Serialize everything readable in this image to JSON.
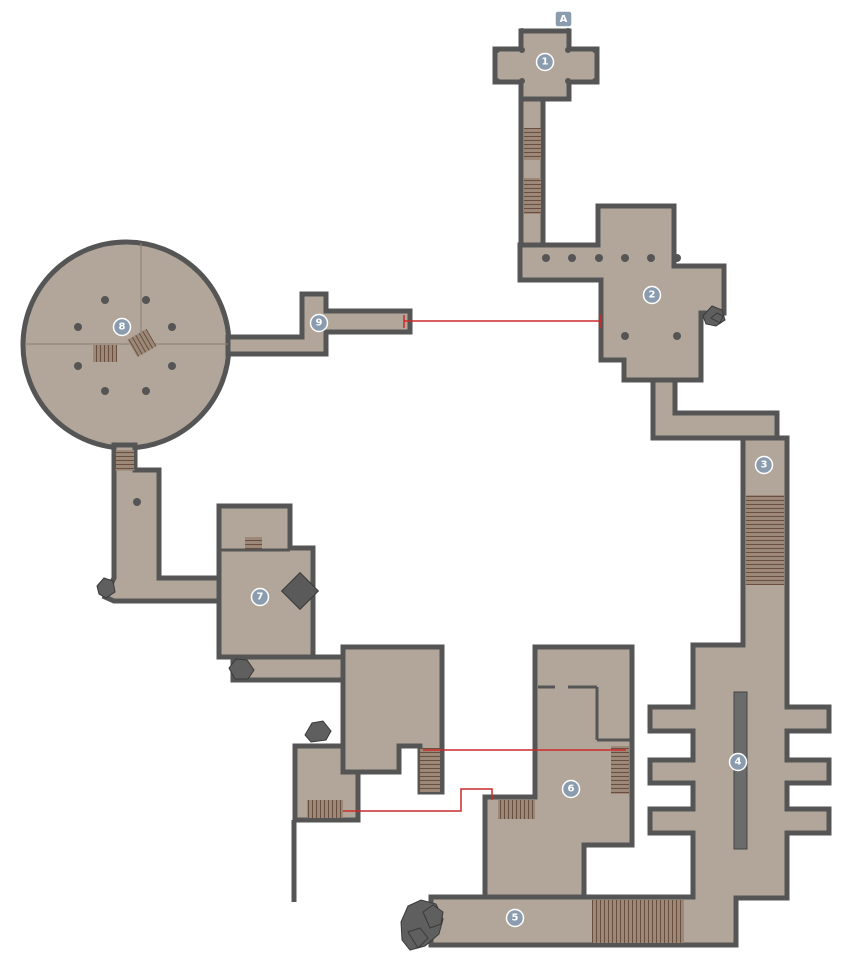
{
  "map": {
    "start_marker": "A",
    "room_numbers": [
      "1",
      "2",
      "3",
      "4",
      "5",
      "6",
      "7",
      "8",
      "9"
    ],
    "colors": {
      "floor": "#b2a69a",
      "wall": "#555555",
      "stairs": "#7a5f4d",
      "connector": "#cc2a2a",
      "badge_fill": "#8a9cae",
      "badge_stroke": "#ffffff"
    }
  }
}
